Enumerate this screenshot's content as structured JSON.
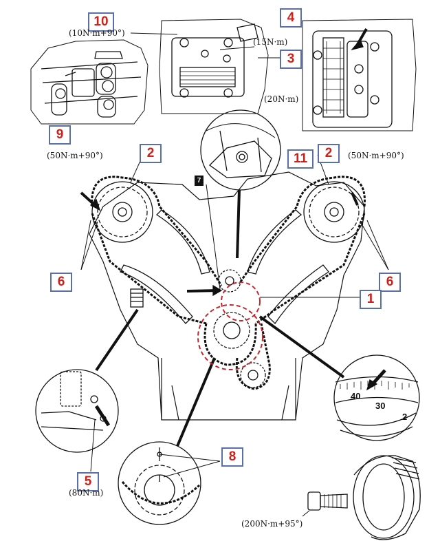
{
  "callouts": {
    "c1": "1",
    "c2_left": "2",
    "c2_right": "2",
    "c3": "3",
    "c4": "4",
    "c5": "5",
    "c6_left": "6",
    "c6_right": "6",
    "c8": "8",
    "c9": "9",
    "c10": "10",
    "c11": "11"
  },
  "marker_7": "7",
  "torque_specs": {
    "t10": "(10N·m+90°)",
    "t3": "(15N·m)",
    "t11": "(20N·m)",
    "t2_left": "(50N·m+90°)",
    "t2_right": "(50N·m+90°)",
    "t5": "(80N·m)",
    "t_pulley": "(200N·m+95°)"
  },
  "scale_labels": [
    "40",
    "30",
    "2"
  ],
  "colors": {
    "callout_text": "#d0201a",
    "callout_border": "#5a6fa8",
    "highlight_circle": "#c0262c",
    "line_art": "#111111"
  }
}
